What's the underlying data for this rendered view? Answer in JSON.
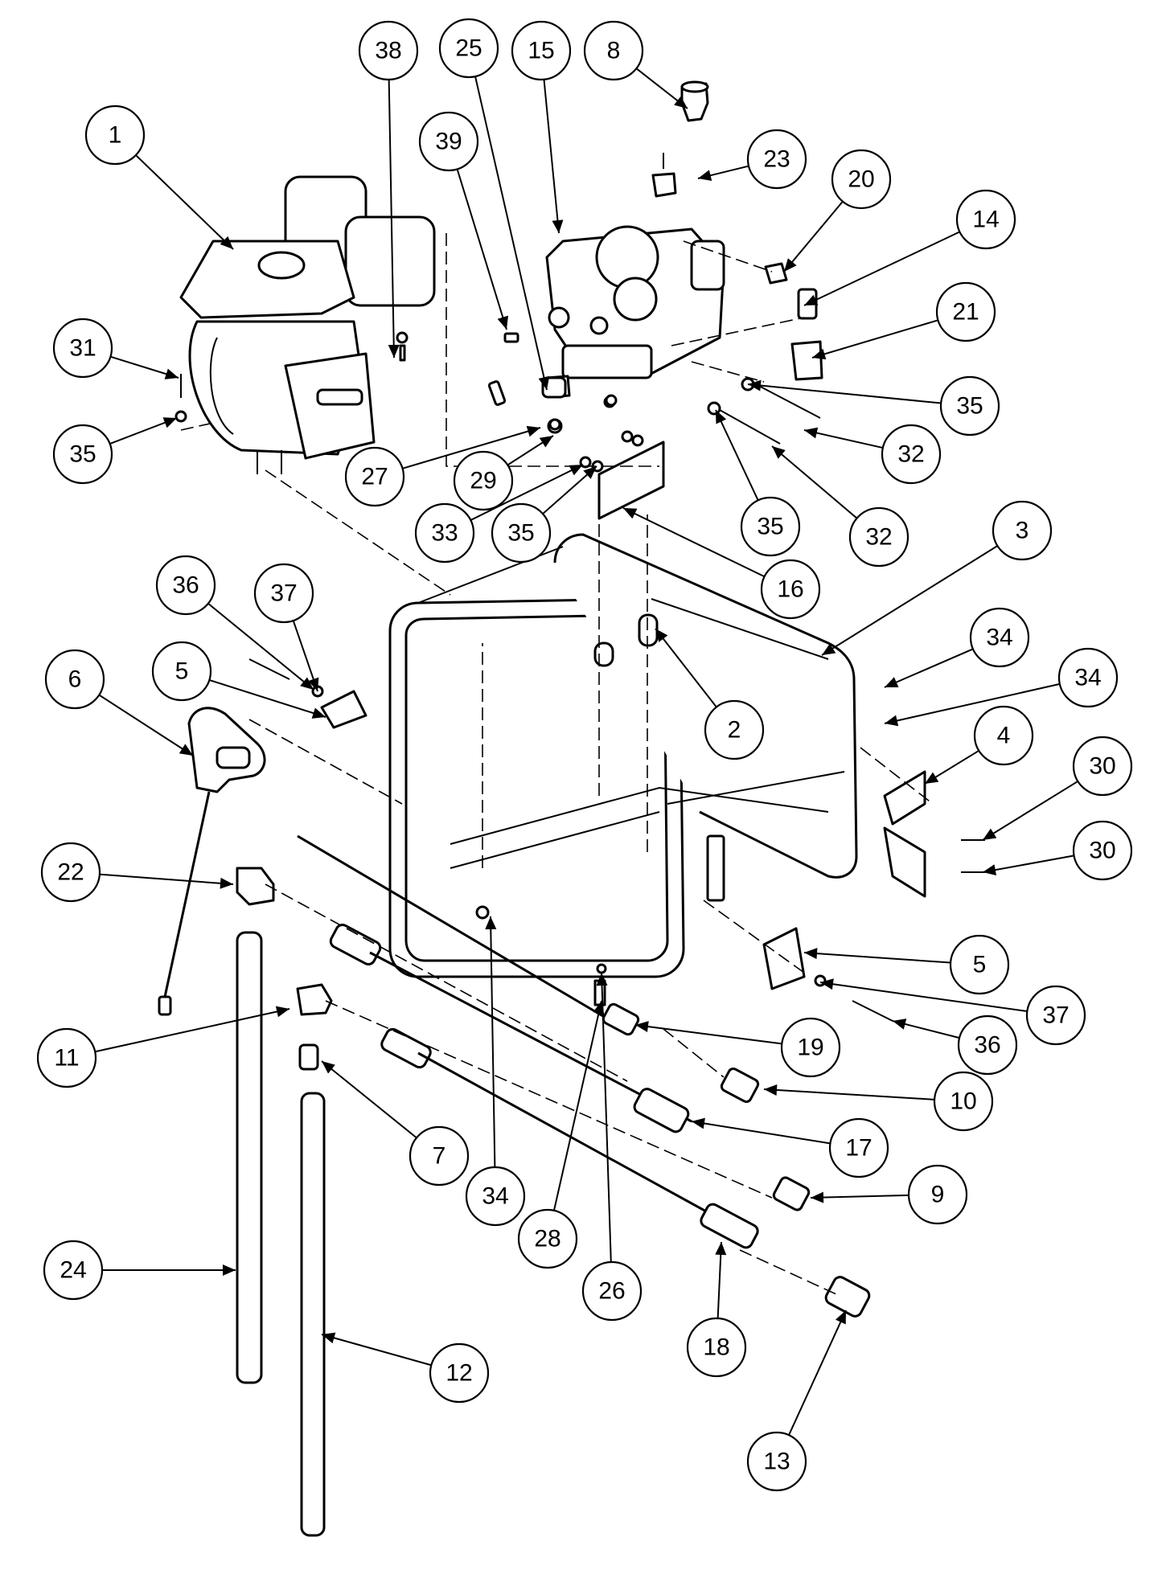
{
  "diagram": {
    "kind": "exploded parts diagram",
    "colors": {
      "line": "#000000",
      "background": "#ffffff"
    },
    "callouts": [
      {
        "label": "1"
      },
      {
        "label": "38"
      },
      {
        "label": "25"
      },
      {
        "label": "15"
      },
      {
        "label": "8"
      },
      {
        "label": "39"
      },
      {
        "label": "23"
      },
      {
        "label": "20"
      },
      {
        "label": "14"
      },
      {
        "label": "21"
      },
      {
        "label": "31"
      },
      {
        "label": "35"
      },
      {
        "label": "32"
      },
      {
        "label": "35"
      },
      {
        "label": "27"
      },
      {
        "label": "29"
      },
      {
        "label": "33"
      },
      {
        "label": "35"
      },
      {
        "label": "35"
      },
      {
        "label": "32"
      },
      {
        "label": "16"
      },
      {
        "label": "3"
      },
      {
        "label": "36"
      },
      {
        "label": "37"
      },
      {
        "label": "5"
      },
      {
        "label": "6"
      },
      {
        "label": "2"
      },
      {
        "label": "34"
      },
      {
        "label": "34"
      },
      {
        "label": "4"
      },
      {
        "label": "30"
      },
      {
        "label": "30"
      },
      {
        "label": "22"
      },
      {
        "label": "5"
      },
      {
        "label": "37"
      },
      {
        "label": "36"
      },
      {
        "label": "19"
      },
      {
        "label": "11"
      },
      {
        "label": "10"
      },
      {
        "label": "17"
      },
      {
        "label": "7"
      },
      {
        "label": "34"
      },
      {
        "label": "9"
      },
      {
        "label": "28"
      },
      {
        "label": "26"
      },
      {
        "label": "24"
      },
      {
        "label": "18"
      },
      {
        "label": "12"
      },
      {
        "label": "13"
      }
    ]
  }
}
